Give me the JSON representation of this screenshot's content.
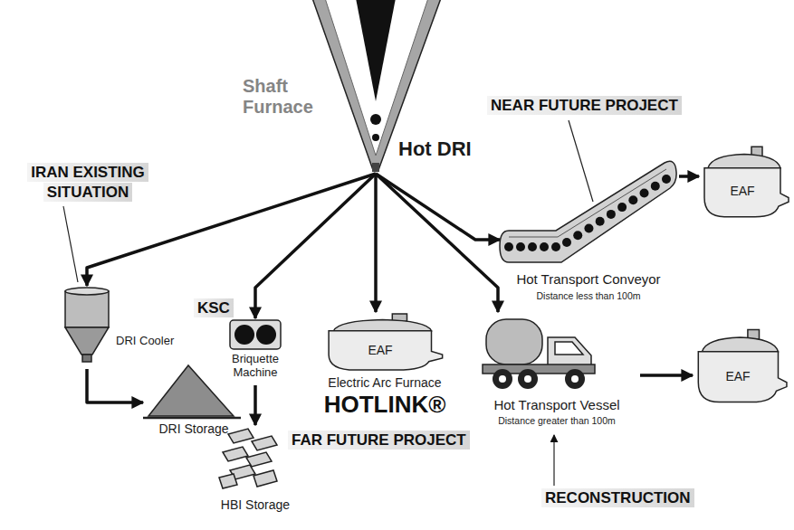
{
  "diagram": {
    "nodes": [
      {
        "text": [
          "Shaft Furnace",
          "Hot DRI"
        ]
      },
      {
        "text": [
          "Hot Transport Conveyor",
          "Distance less than 100m"
        ]
      },
      {
        "text": [
          "EAF"
        ]
      },
      {
        "text": [
          "DRI Cooler"
        ]
      },
      {
        "text": [
          "Briquette Machine"
        ]
      },
      {
        "text": [
          "EAF",
          "Electric Arc Furnace",
          "HOTLINK®"
        ]
      },
      {
        "text": [
          "Hot Transport Vessel",
          "Distance greater than 100m"
        ]
      },
      {
        "text": [
          "EAF"
        ]
      },
      {
        "text": [
          "DRI Storage"
        ]
      },
      {
        "text": [
          "HBI Storage"
        ]
      }
    ],
    "edges": [
      {
        "from": 0,
        "to": 3,
        "arrow": "to"
      },
      {
        "from": 0,
        "to": 4,
        "arrow": "to"
      },
      {
        "from": 0,
        "to": 5,
        "arrow": "to"
      },
      {
        "from": 0,
        "to": 6,
        "arrow": "to"
      },
      {
        "from": 0,
        "to": 1,
        "arrow": "to"
      },
      {
        "from": 1,
        "to": 2,
        "arrow": "to"
      },
      {
        "from": 6,
        "to": 7,
        "arrow": "to"
      },
      {
        "from": 3,
        "to": 8,
        "arrow": "to"
      },
      {
        "from": 4,
        "to": 9,
        "arrow": "to"
      }
    ],
    "labels": [
      "IRAN EXISTING SITUATION",
      "KSC",
      "NEAR FUTURE PROJECT",
      "FAR FUTURE PROJECT",
      "RECONSTRUCTION"
    ]
  }
}
